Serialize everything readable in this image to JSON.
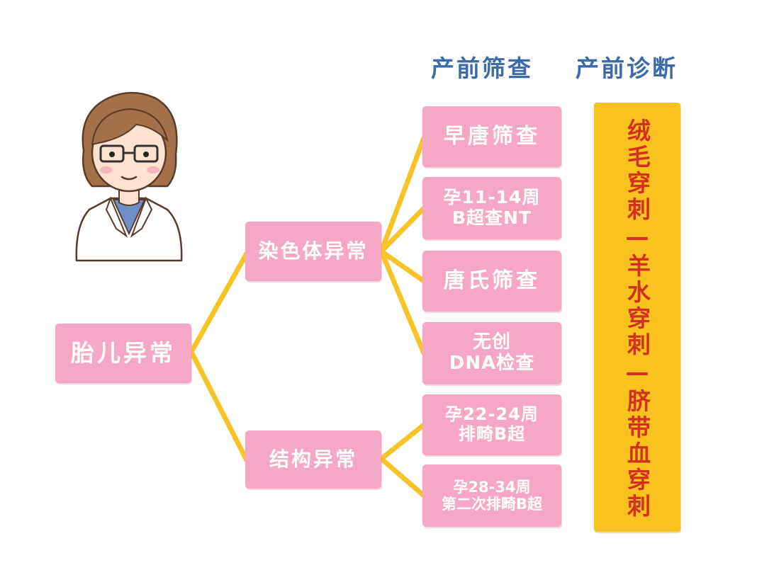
{
  "headers": {
    "screening": "产前筛查",
    "diagnosis": "产前诊断"
  },
  "nodes": {
    "root": "胎儿异常",
    "chromosome": "染色体异常",
    "structural": "结构异常"
  },
  "screening_items": [
    {
      "lines": [
        "早唐筛查"
      ]
    },
    {
      "lines": [
        "孕11-14周",
        "B超查NT"
      ]
    },
    {
      "lines": [
        "唐氏筛查"
      ]
    },
    {
      "lines": [
        "无创",
        "DNA检查"
      ]
    },
    {
      "lines": [
        "孕22-24周",
        "排畸B超"
      ]
    },
    {
      "lines": [
        "孕28-34周",
        "第二次排畸B超"
      ]
    }
  ],
  "diagnosis_text": "绒毛穿刺—羊水穿刺—脐带血穿刺",
  "colors": {
    "box_pink": "#f6a7c6",
    "connector_yellow": "#f7c427",
    "header_blue": "#3d6aa8",
    "diagnosis_bar": "#f9c21e",
    "diagnosis_text": "#d4301f"
  },
  "icons": {
    "illustration": "doctor-illustration"
  }
}
